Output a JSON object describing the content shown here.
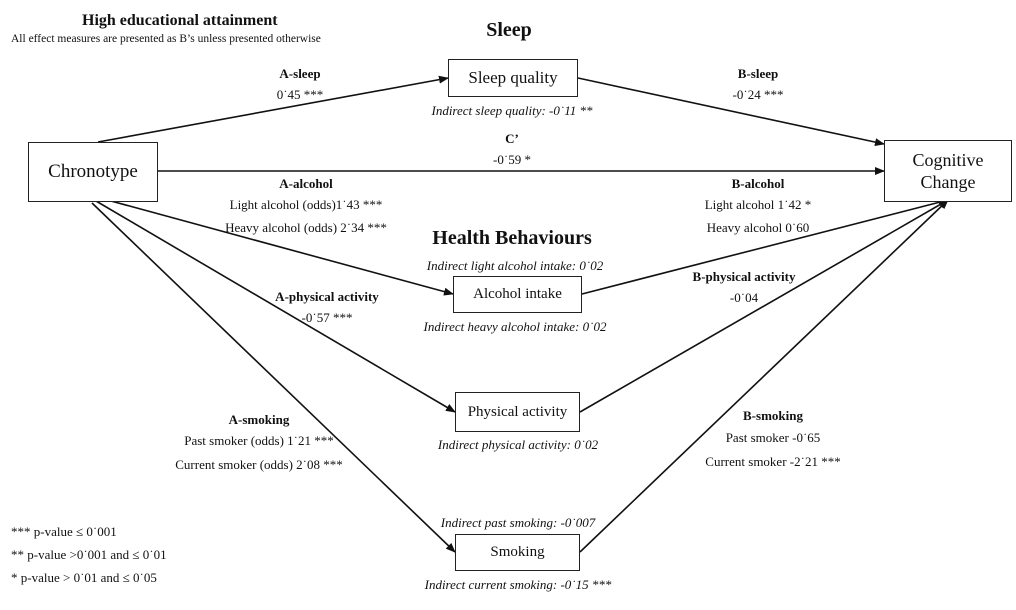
{
  "header": {
    "title": "High educational attainment",
    "subtitle": "All effect measures are presented as B’s unless presented otherwise"
  },
  "sections": {
    "sleep": "Sleep",
    "health": "Health Behaviours"
  },
  "nodes": {
    "chronotype": "Chronotype",
    "sleep_quality": "Sleep quality",
    "cognitive_change_1": "Cognitive",
    "cognitive_change_2": "Change",
    "alcohol": "Alcohol intake",
    "physical": "Physical activity",
    "smoking": "Smoking"
  },
  "paths": {
    "a_sleep_label": "A-sleep",
    "a_sleep_value": "0˙45 ***",
    "b_sleep_label": "B-sleep",
    "b_sleep_value": "-0˙24 ***",
    "c_label": "C’",
    "c_value": "-0˙59 *",
    "a_alcohol_label": "A-alcohol",
    "a_alcohol_light": "Light alcohol (odds)1˙43 ***",
    "a_alcohol_heavy": "Heavy alcohol (odds) 2˙34 ***",
    "b_alcohol_label": "B-alcohol",
    "b_alcohol_light": "Light alcohol 1˙42 *",
    "b_alcohol_heavy": "Heavy alcohol 0˙60",
    "a_phys_label": "A-physical activity",
    "a_phys_value": "-0˙57 ***",
    "b_phys_label": "B-physical activity",
    "b_phys_value": "-0˙04",
    "a_smoking_label": "A-smoking",
    "a_smoking_past": "Past smoker (odds) 1˙21 ***",
    "a_smoking_current": "Current smoker (odds) 2˙08 ***",
    "b_smoking_label": "B-smoking",
    "b_smoking_past": "Past smoker -0˙65",
    "b_smoking_current": "Current smoker -2˙21 ***"
  },
  "indirect": {
    "sleep_quality": "Indirect sleep quality: -0˙11 **",
    "light_alcohol": "Indirect light alcohol intake: 0˙02",
    "heavy_alcohol": "Indirect heavy alcohol intake: 0˙02",
    "physical": "Indirect physical activity: 0˙02",
    "past_smoking": "Indirect past smoking: -0˙007",
    "current_smoking": "Indirect current smoking: -0˙15 ***"
  },
  "legend": {
    "p1": "*** p-value ≤ 0˙001",
    "p2": "** p-value >0˙001 and ≤ 0˙01",
    "p3": "* p-value > 0˙01 and  ≤ 0˙05"
  }
}
